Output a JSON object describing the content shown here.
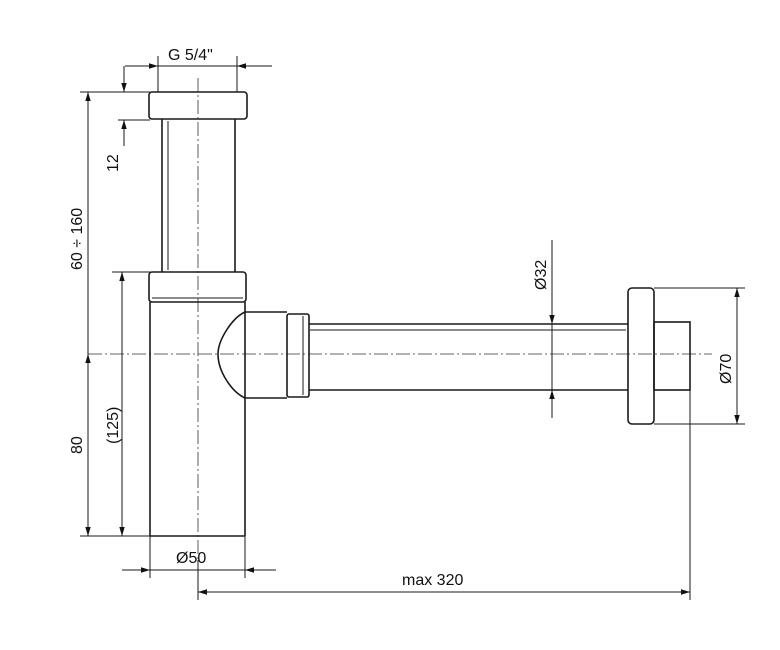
{
  "dimensions": {
    "thread": "G 5/4\"",
    "flange_height": "12",
    "height_range": "60 ÷ 160",
    "outlet_diameter": "Ø32",
    "cap_diameter": "Ø70",
    "body_height_ref": "(125)",
    "body_height": "80",
    "body_diameter": "Ø50",
    "max_length": "max 320"
  },
  "colors": {
    "line": "#1a1a1a",
    "background": "#ffffff"
  }
}
